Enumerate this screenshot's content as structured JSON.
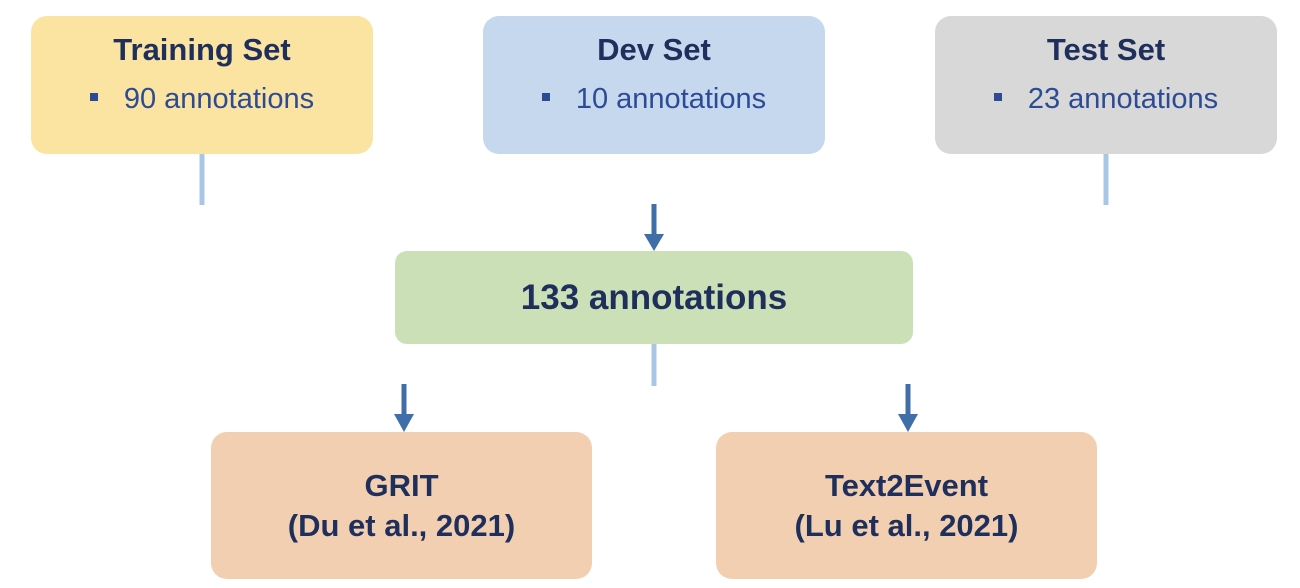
{
  "sets": [
    {
      "title": "Training Set",
      "item": "90 annotations",
      "color": "#fbe4a1"
    },
    {
      "title": "Dev Set",
      "item": "10 annotations",
      "color": "#c5d8ee"
    },
    {
      "title": "Test Set",
      "item": "23 annotations",
      "color": "#d8d8d8"
    }
  ],
  "total": {
    "label": "133 annotations",
    "color": "#cbe0b6"
  },
  "models": [
    {
      "name": "GRIT",
      "cite": "(Du et al., 2021)",
      "color": "#f3cfb1"
    },
    {
      "name": "Text2Event",
      "cite": "(Lu et al., 2021)",
      "color": "#f3cfb1"
    }
  ],
  "colors": {
    "text_dark": "#1f2f5c",
    "text_item": "#2d4b95",
    "connector_light": "#a9c6e6",
    "connector_dark": "#3f6ea9"
  }
}
